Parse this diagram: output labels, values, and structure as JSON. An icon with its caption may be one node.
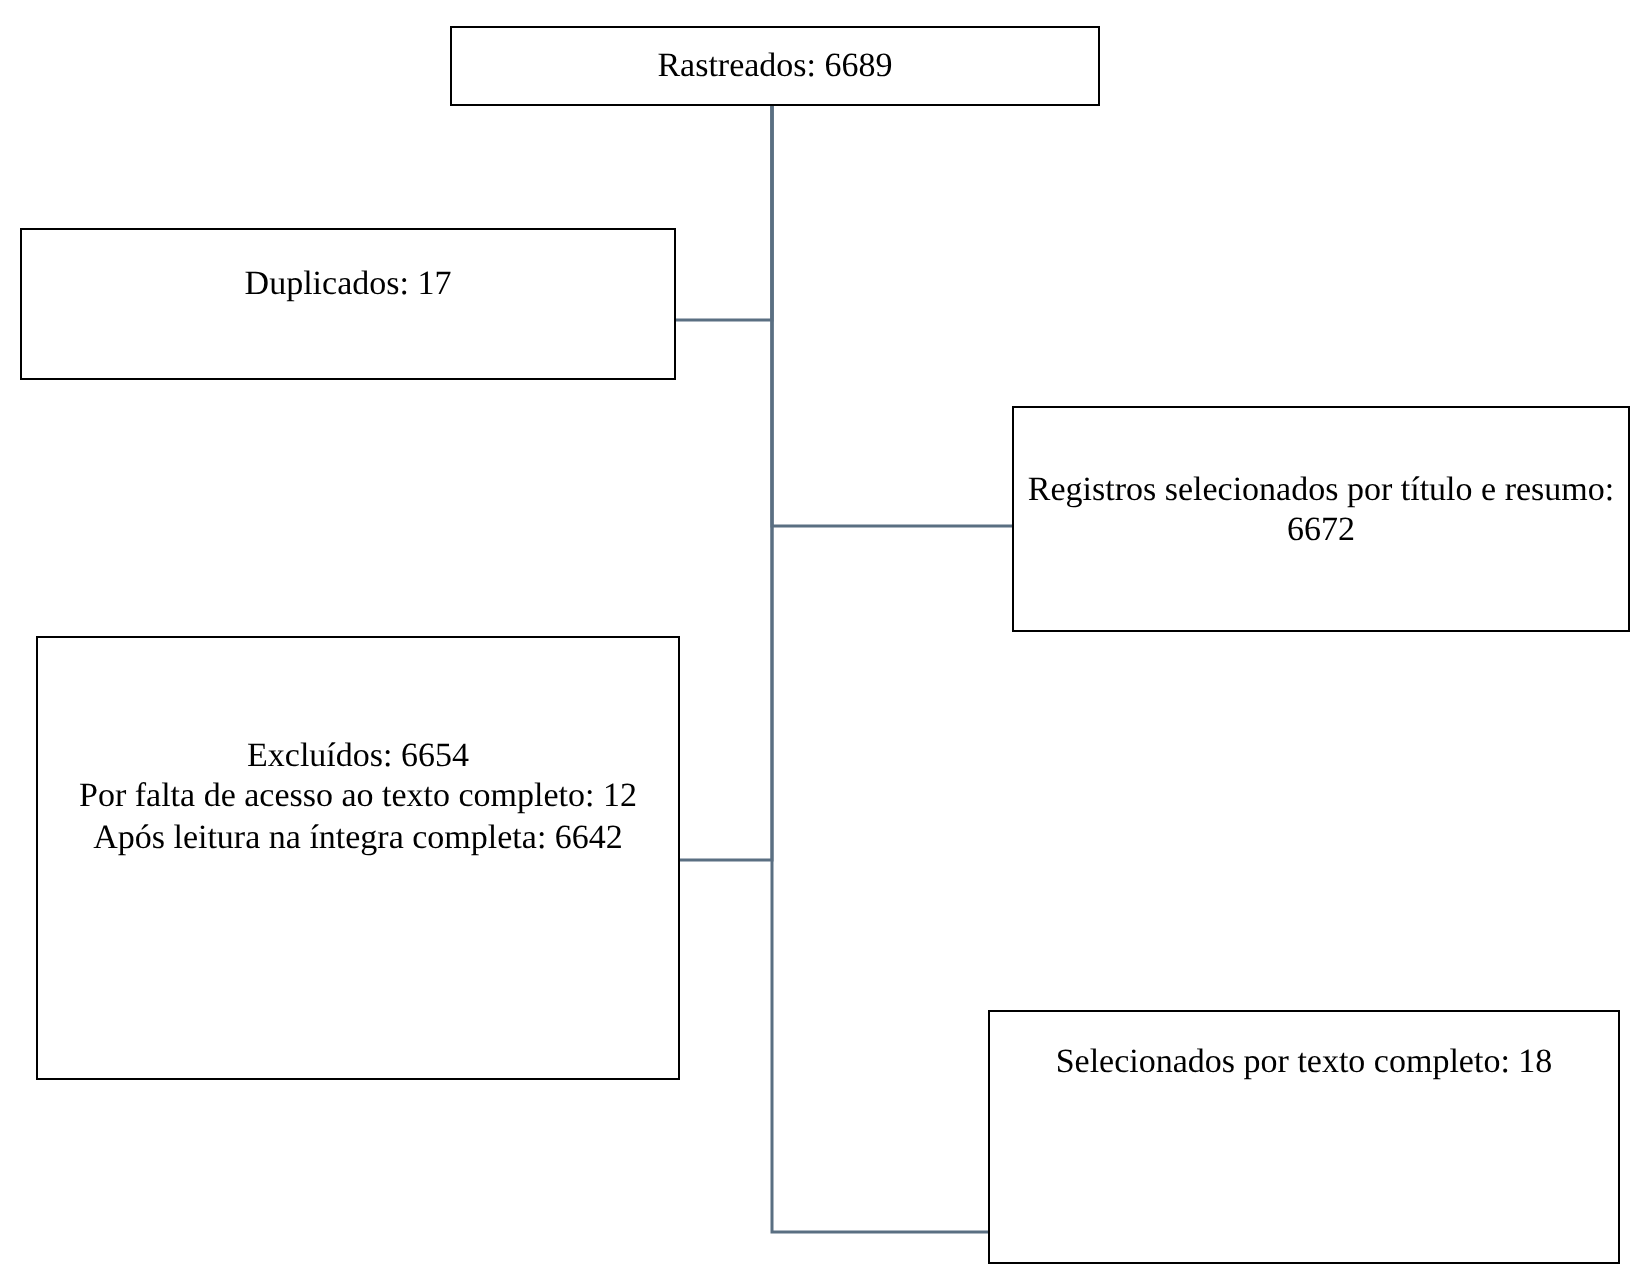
{
  "diagram": {
    "nodes": [
      {
        "text": [
          "Rastreados: 6689"
        ]
      },
      {
        "text": [
          "Duplicados: 17"
        ]
      },
      {
        "text": [
          "Registros selecionados por título e resumo: 6672"
        ]
      },
      {
        "text": [
          "Excluídos: 6654",
          "Por falta de acesso ao texto completo: 12",
          "Após leitura na íntegra completa: 6642"
        ]
      },
      {
        "text": [
          "Selecionados por texto completo: 18"
        ]
      }
    ],
    "edges": [
      {
        "from": 0,
        "to": 1,
        "arrow": "none"
      },
      {
        "from": 0,
        "to": 2,
        "arrow": "none"
      },
      {
        "from": 0,
        "to": 3,
        "arrow": "none"
      },
      {
        "from": 0,
        "to": 4,
        "arrow": "none"
      }
    ]
  }
}
